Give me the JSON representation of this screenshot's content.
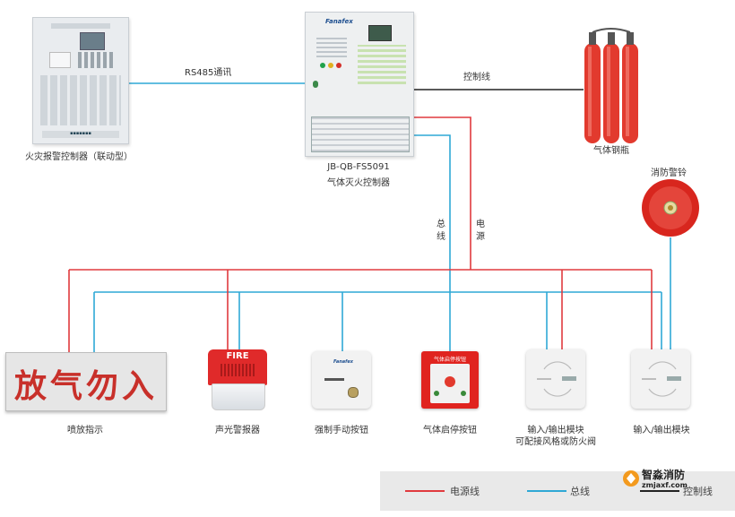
{
  "top": {
    "fire_panel_label": "火灾报警控制器（联动型）",
    "rs485_label": "RS485通讯",
    "control_line_top": "控制线",
    "gas_controller_model": "JB-QB-FS5091",
    "gas_controller_label": "气体灭火控制器",
    "cylinders_label": "气体钢瓶",
    "alarm_bell_label": "消防警铃",
    "brand": "Fanafex",
    "bus_vertical": "总线",
    "power_vertical": "电源"
  },
  "devices": {
    "discharge_sign_text": "放气勿入",
    "discharge_label": "喷放指示",
    "strobe_fire_text": "FIRE",
    "strobe_label": "声光警报器",
    "manual_button_label": "强制手动按钮",
    "abort_button_label": "气体启停按钮",
    "abort_panel_text": "气体启停按钮",
    "io_module1_label_line1": "输入/输出模块",
    "io_module1_label_line2": "可配接风格或防火阀",
    "io_module2_label": "输入/输出模块"
  },
  "legend": {
    "power": "电源线",
    "bus": "总线",
    "control": "控制线"
  },
  "watermark": {
    "name": "智淼消防",
    "url": "zmjaxf.com"
  },
  "colors": {
    "power": "#e03a3e",
    "bus": "#2fa8d5",
    "control": "#222222",
    "cylinder": "#e23a2e",
    "bell": "#d8261e"
  }
}
